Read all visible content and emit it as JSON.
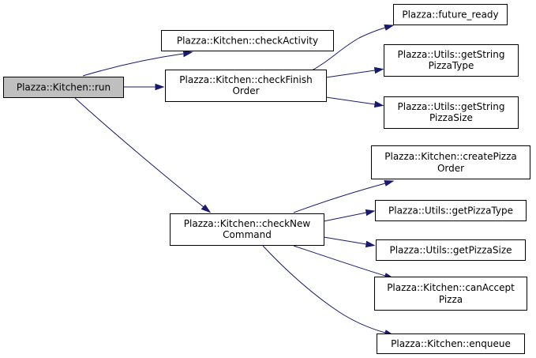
{
  "colors": {
    "edge": "#191970",
    "node_border": "#000000",
    "node_fill": "#ffffff",
    "root_fill": "#bfbfbf"
  },
  "nodes": {
    "run": {
      "lines": [
        "Plazza::Kitchen::run"
      ]
    },
    "check_activity": {
      "lines": [
        "Plazza::Kitchen::checkActivity"
      ]
    },
    "check_finish_order": {
      "lines": [
        "Plazza::Kitchen::checkFinish",
        "Order"
      ]
    },
    "future_ready": {
      "lines": [
        "Plazza::future_ready"
      ]
    },
    "get_string_pizza_type": {
      "lines": [
        "Plazza::Utils::getString",
        "PizzaType"
      ]
    },
    "get_string_pizza_size": {
      "lines": [
        "Plazza::Utils::getString",
        "PizzaSize"
      ]
    },
    "check_new_command": {
      "lines": [
        "Plazza::Kitchen::checkNew",
        "Command"
      ]
    },
    "create_pizza_order": {
      "lines": [
        "Plazza::Kitchen::createPizza",
        "Order"
      ]
    },
    "get_pizza_type": {
      "lines": [
        "Plazza::Utils::getPizzaType"
      ]
    },
    "get_pizza_size": {
      "lines": [
        "Plazza::Utils::getPizzaSize"
      ]
    },
    "can_accept_pizza": {
      "lines": [
        "Plazza::Kitchen::canAccept",
        "Pizza"
      ]
    },
    "enqueue": {
      "lines": [
        "Plazza::Kitchen::enqueue"
      ]
    }
  },
  "edges": [
    {
      "from": "run",
      "to": "check_activity"
    },
    {
      "from": "run",
      "to": "check_finish_order"
    },
    {
      "from": "run",
      "to": "check_new_command"
    },
    {
      "from": "check_finish_order",
      "to": "future_ready"
    },
    {
      "from": "check_finish_order",
      "to": "get_string_pizza_type"
    },
    {
      "from": "check_finish_order",
      "to": "get_string_pizza_size"
    },
    {
      "from": "check_new_command",
      "to": "create_pizza_order"
    },
    {
      "from": "check_new_command",
      "to": "get_pizza_type"
    },
    {
      "from": "check_new_command",
      "to": "get_pizza_size"
    },
    {
      "from": "check_new_command",
      "to": "can_accept_pizza"
    },
    {
      "from": "check_new_command",
      "to": "enqueue"
    }
  ]
}
